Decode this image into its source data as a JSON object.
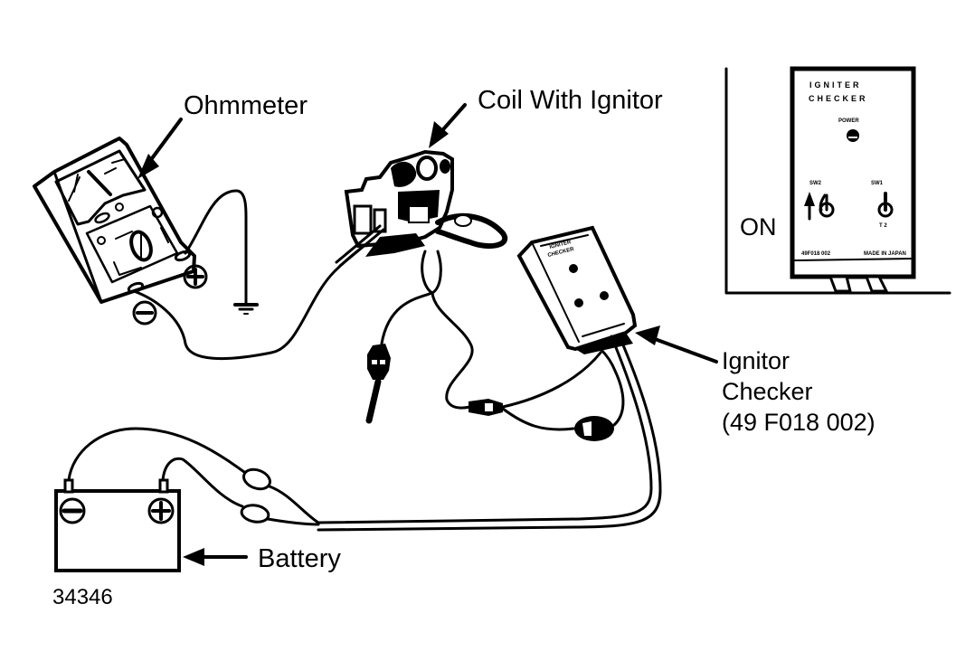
{
  "diagram": {
    "figure_number": "34346",
    "colors": {
      "ink": "#000000",
      "background": "#ffffff"
    },
    "labels": {
      "ohmmeter": "Ohmmeter",
      "coil": "Coil With Ignitor",
      "checker_line1": "Ignitor",
      "checker_line2": "Checker",
      "checker_line3": "(49 F018 002)",
      "battery": "Battery",
      "on": "ON"
    },
    "inset": {
      "title_line1": "IGNITER",
      "title_line2": "CHECKER",
      "power_label": "POWER",
      "sw2_label": "SW2",
      "sw1_label": "SW1",
      "sw1_positions": "T 2",
      "footer_left": "49F018 002",
      "footer_right": "MADE IN JAPAN"
    },
    "symbols": {
      "negative": "minus-terminal",
      "positive": "plus-terminal",
      "ground": "ground-symbol"
    }
  }
}
